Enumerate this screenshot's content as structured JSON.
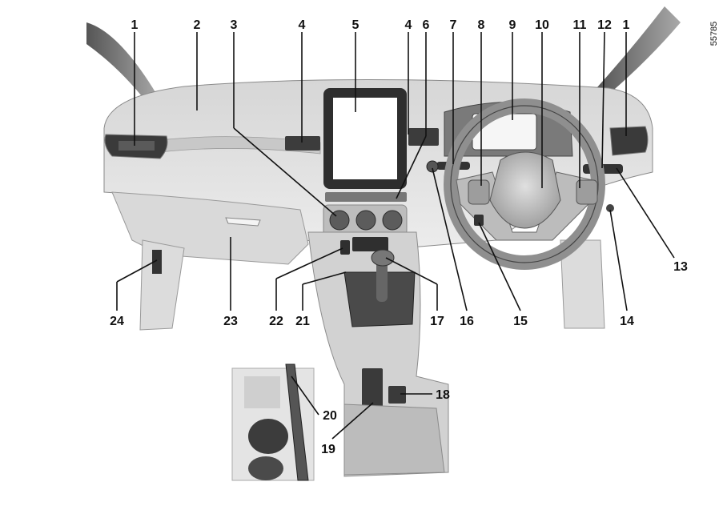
{
  "figure_code": "55785",
  "labels": [
    {
      "id": "l1a",
      "text": "1"
    },
    {
      "id": "l2",
      "text": "2"
    },
    {
      "id": "l3",
      "text": "3"
    },
    {
      "id": "l4a",
      "text": "4"
    },
    {
      "id": "l5",
      "text": "5"
    },
    {
      "id": "l4b",
      "text": "4"
    },
    {
      "id": "l6",
      "text": "6"
    },
    {
      "id": "l7",
      "text": "7"
    },
    {
      "id": "l8",
      "text": "8"
    },
    {
      "id": "l9",
      "text": "9"
    },
    {
      "id": "l10",
      "text": "10"
    },
    {
      "id": "l11",
      "text": "11"
    },
    {
      "id": "l12",
      "text": "12"
    },
    {
      "id": "l1b",
      "text": "1"
    },
    {
      "id": "l13",
      "text": "13"
    },
    {
      "id": "l14",
      "text": "14"
    },
    {
      "id": "l15",
      "text": "15"
    },
    {
      "id": "l16",
      "text": "16"
    },
    {
      "id": "l17",
      "text": "17"
    },
    {
      "id": "l21",
      "text": "21"
    },
    {
      "id": "l22",
      "text": "22"
    },
    {
      "id": "l23",
      "text": "23"
    },
    {
      "id": "l24",
      "text": "24"
    },
    {
      "id": "l18",
      "text": "18"
    },
    {
      "id": "l19",
      "text": "19"
    },
    {
      "id": "l20",
      "text": "20"
    }
  ]
}
